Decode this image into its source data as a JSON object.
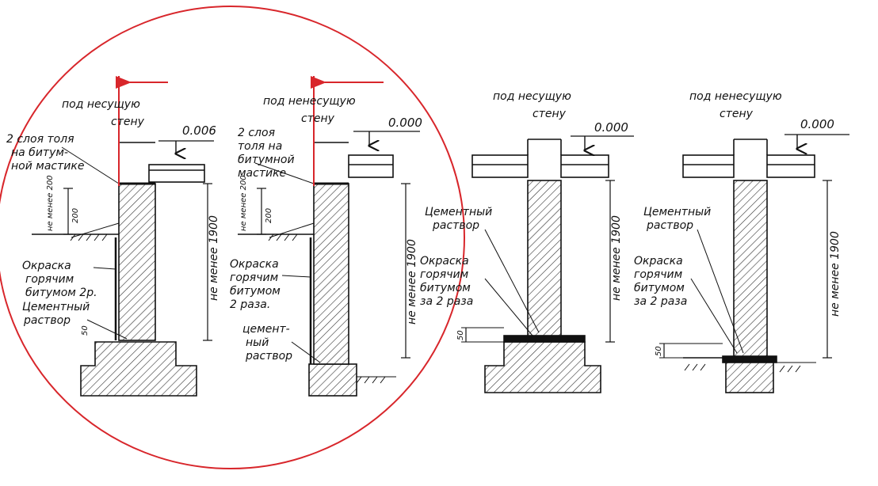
{
  "colors": {
    "ink": "#111111",
    "accent": "#d8262b",
    "hatch": "#333333"
  },
  "sections": [
    {
      "title_line1": "под несущую",
      "title_line2": "стену",
      "elevation": "0.006"
    },
    {
      "title_line1": "под ненесущую",
      "title_line2": "стену",
      "elevation": "0.000"
    },
    {
      "title_line1": "под несущую",
      "title_line2": "стену",
      "elevation": "0.000"
    },
    {
      "title_line1": "под ненесущую",
      "title_line2": "стену",
      "elevation": "0.000"
    }
  ],
  "labels": {
    "s1_layers": [
      "2 слоя толя",
      "на битум-",
      "ной мастике"
    ],
    "s1_paint": [
      "Окраска",
      "горячим",
      "битумом 2р."
    ],
    "s1_mortar": [
      "Цементный",
      "раствор"
    ],
    "s2_layers": [
      "2 слоя",
      "толя на",
      "битумной",
      "мастике"
    ],
    "s2_paint": [
      "Окраска",
      "горячим",
      "битумом",
      "2 раза."
    ],
    "s2_mortar": [
      "цемент-",
      "ный",
      "раствор"
    ],
    "s3_mortar": [
      "Цементный",
      "раствор"
    ],
    "s3_paint": [
      "Окраска",
      "горячим",
      "битумом",
      "за 2 раза"
    ],
    "s4_mortar": [
      "Цементный",
      "раствор"
    ],
    "s4_paint": [
      "Окраска",
      "горячим",
      "битумом",
      "за 2 раза"
    ]
  },
  "dims": {
    "height_min": "не менее 1900",
    "min_200": "не менее 200",
    "d200": "200",
    "d50": "50"
  }
}
